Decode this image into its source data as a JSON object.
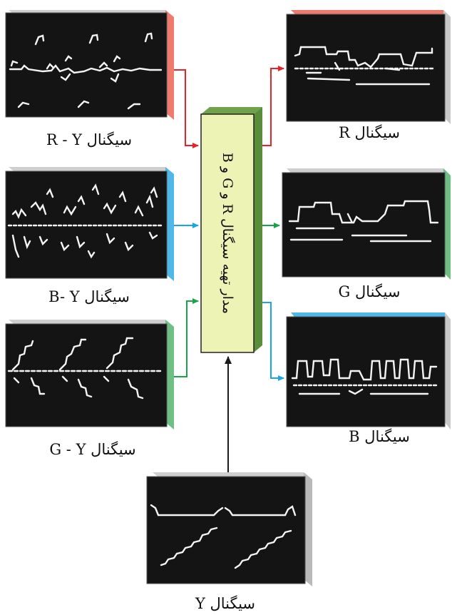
{
  "colors": {
    "red": "#e8222a",
    "blue": "#1aa6e6",
    "green": "#1aa34a",
    "black": "#1a1a1a",
    "process_box": "#edf3b4",
    "red_edge": "#ef7b6e",
    "blue_edge": "#4fb8e8",
    "green_edge": "#6dbf84",
    "gray_edge": "#b9b9b9"
  },
  "process_box": {
    "label": "مدار تهیه سیگنال R و G و B"
  },
  "inputs": [
    {
      "id": "ry",
      "caption": "سیگنال R - Y",
      "color": "red"
    },
    {
      "id": "by",
      "caption": "سیگنال B- Y",
      "color": "blue"
    },
    {
      "id": "gy",
      "caption": "سیگنال G - Y",
      "color": "green"
    },
    {
      "id": "y",
      "caption": "سیگنال Y",
      "color": "gray"
    }
  ],
  "outputs": [
    {
      "id": "r",
      "caption": "سیگنال R",
      "color": "red"
    },
    {
      "id": "g",
      "caption": "سیگنال G",
      "color": "green"
    },
    {
      "id": "b",
      "caption": "سیگنال B",
      "color": "blue"
    }
  ],
  "icons": {
    "waveform": "oscilloscope-screen-icon",
    "arrow": "arrow-head-icon"
  }
}
